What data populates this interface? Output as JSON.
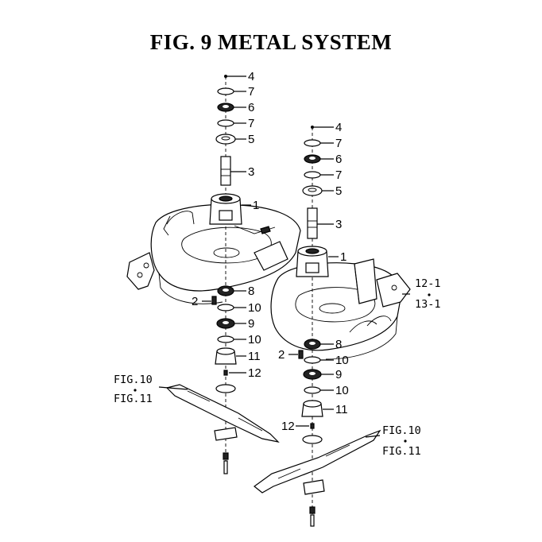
{
  "title": "FIG. 9  METAL SYSTEM",
  "left_stack_callouts": [
    "4",
    "7",
    "6",
    "7",
    "5",
    "3",
    "1",
    "8",
    "2",
    "10",
    "9",
    "10",
    "11",
    "12"
  ],
  "right_stack_callouts": [
    "4",
    "7",
    "6",
    "7",
    "5",
    "3",
    "1",
    "8",
    "2",
    "10",
    "9",
    "10",
    "11",
    "12"
  ],
  "cross_refs": {
    "left_blade": [
      "FIG.10",
      "FIG.11"
    ],
    "right_blade": [
      "FIG.10",
      "FIG.11"
    ],
    "bracket": [
      "12-1",
      "13-1"
    ]
  }
}
